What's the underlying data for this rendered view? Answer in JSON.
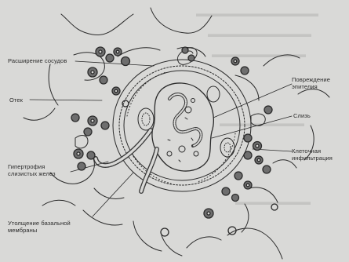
{
  "labels": {
    "vessel_dilation": "Расширение сосудов",
    "edema": "Отек",
    "gland_hypertrophy": "Гипертрофия\nслизистых желез",
    "basement_thickening": "Утолщение базальной\nмембраны",
    "epithelial_damage": "Повреждение\nэпителия",
    "mucus": "Слизь",
    "cell_infiltration": "Клеточная\nинфильтрация"
  },
  "colors": {
    "background": "#d9d9d7",
    "ink": "#2a2a2a",
    "cell_fill": "#6e6e6e",
    "bleed_text": "#c4c4c2"
  }
}
